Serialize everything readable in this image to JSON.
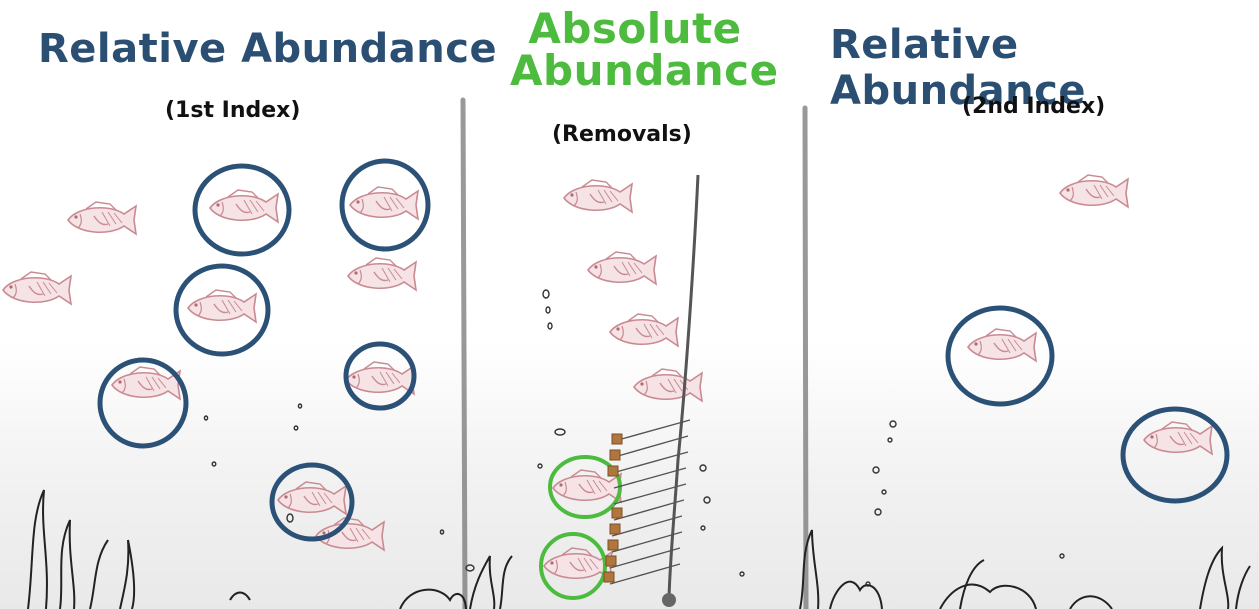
{
  "panels": [
    {
      "title": "Relative Abundance",
      "subtitle": "(1st Index)"
    },
    {
      "title": "Absolute Abundance",
      "subtitle": "(Removals)"
    },
    {
      "title": "Relative Abundance",
      "subtitle": "(2nd Index)"
    }
  ],
  "colors": {
    "relative_title": "#2b4f73",
    "absolute_title": "#4cbb3e",
    "circle_blue": "#2b5177",
    "circle_green": "#4cbb3e",
    "fish": "#c98a92",
    "line": "#555555"
  },
  "icons": [
    "fish-icon",
    "circle-marker",
    "fishing-longline",
    "seaweed-icon",
    "bubble-icon"
  ]
}
